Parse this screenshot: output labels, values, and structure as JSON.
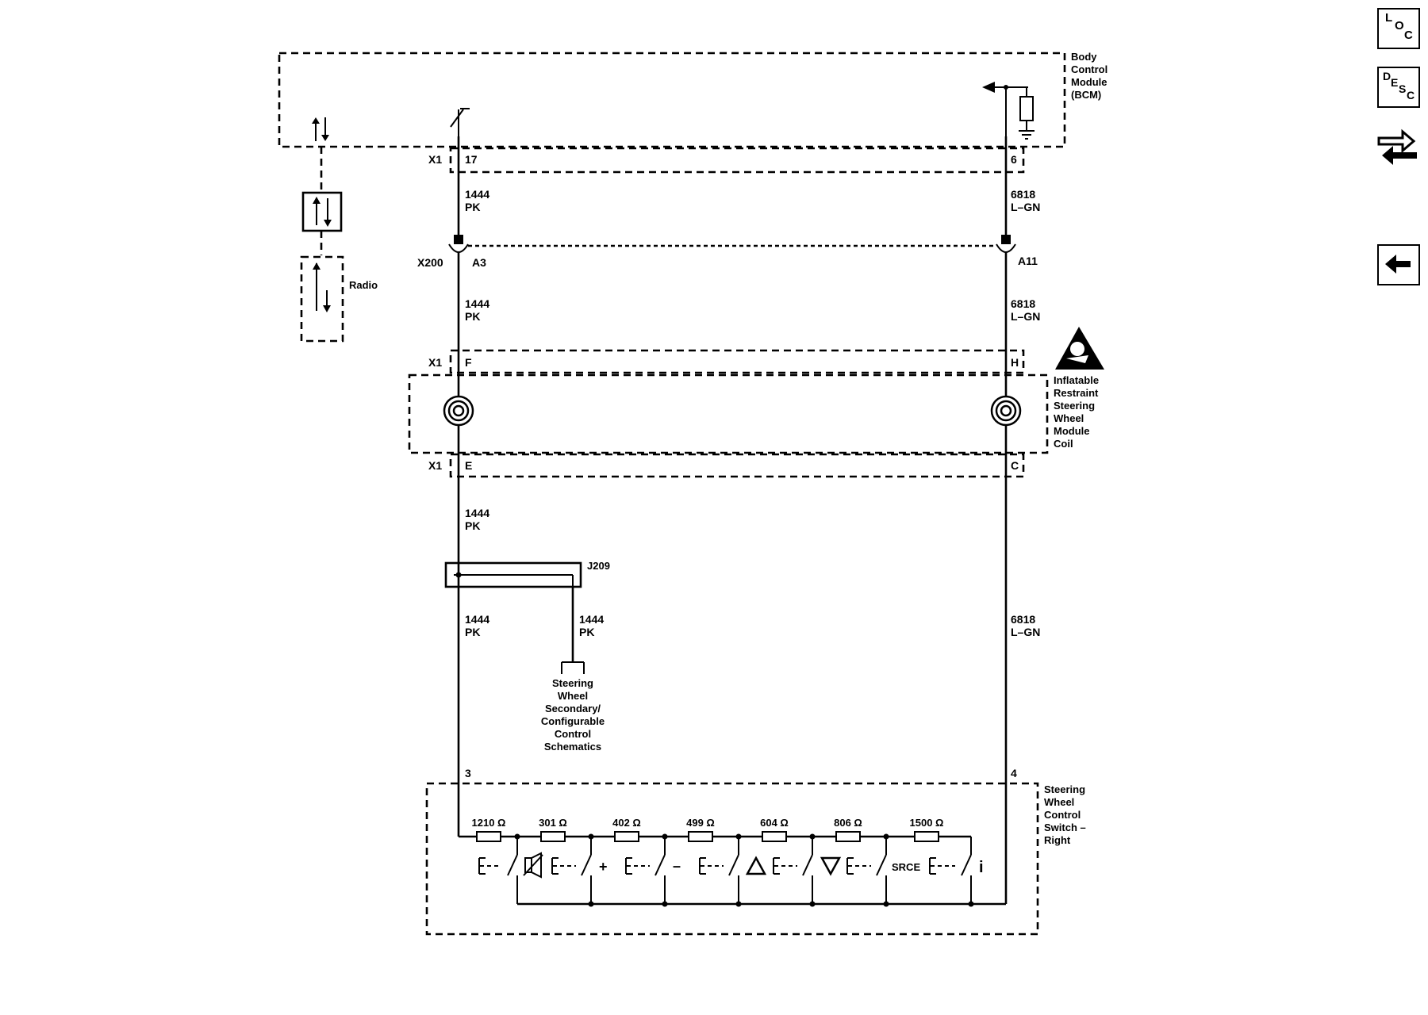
{
  "modules": {
    "bcm": [
      "Body",
      "Control",
      "Module",
      "(BCM)"
    ],
    "radio": "Radio",
    "coil": [
      "Inflatable",
      "Restraint",
      "Steering",
      "Wheel",
      "Module",
      "Coil"
    ],
    "switch": [
      "Steering",
      "Wheel",
      "Control",
      "Switch –",
      "Right"
    ]
  },
  "connectors": {
    "x1": "X1",
    "x200": "X200",
    "j209": "J209",
    "pin17": "17",
    "pin6": "6",
    "pinA3": "A3",
    "pinA11": "A11",
    "pinF": "F",
    "pinH": "H",
    "pinE": "E",
    "pinC": "C",
    "pin3": "3",
    "pin4": "4"
  },
  "wires": {
    "left": [
      "1444",
      "PK"
    ],
    "right": [
      "6818",
      "L–GN"
    ]
  },
  "reference": [
    "Steering",
    "Wheel",
    "Secondary/",
    "Configurable",
    "Control",
    "Schematics"
  ],
  "resistors": [
    "1210 Ω",
    "301 Ω",
    "402 Ω",
    "499 Ω",
    "604 Ω",
    "806 Ω",
    "1500 Ω"
  ],
  "switch_symbols": {
    "plus": "+",
    "minus": "–",
    "source": "SRCE",
    "info": "i"
  },
  "nav_icons": [
    "loc-icon",
    "desc-icon",
    "connector-tool-icon",
    "back-arrow-icon"
  ],
  "nav_letters": {
    "loc": [
      "L",
      "O",
      "C"
    ],
    "desc": [
      "D",
      "E",
      "S",
      "C"
    ]
  }
}
